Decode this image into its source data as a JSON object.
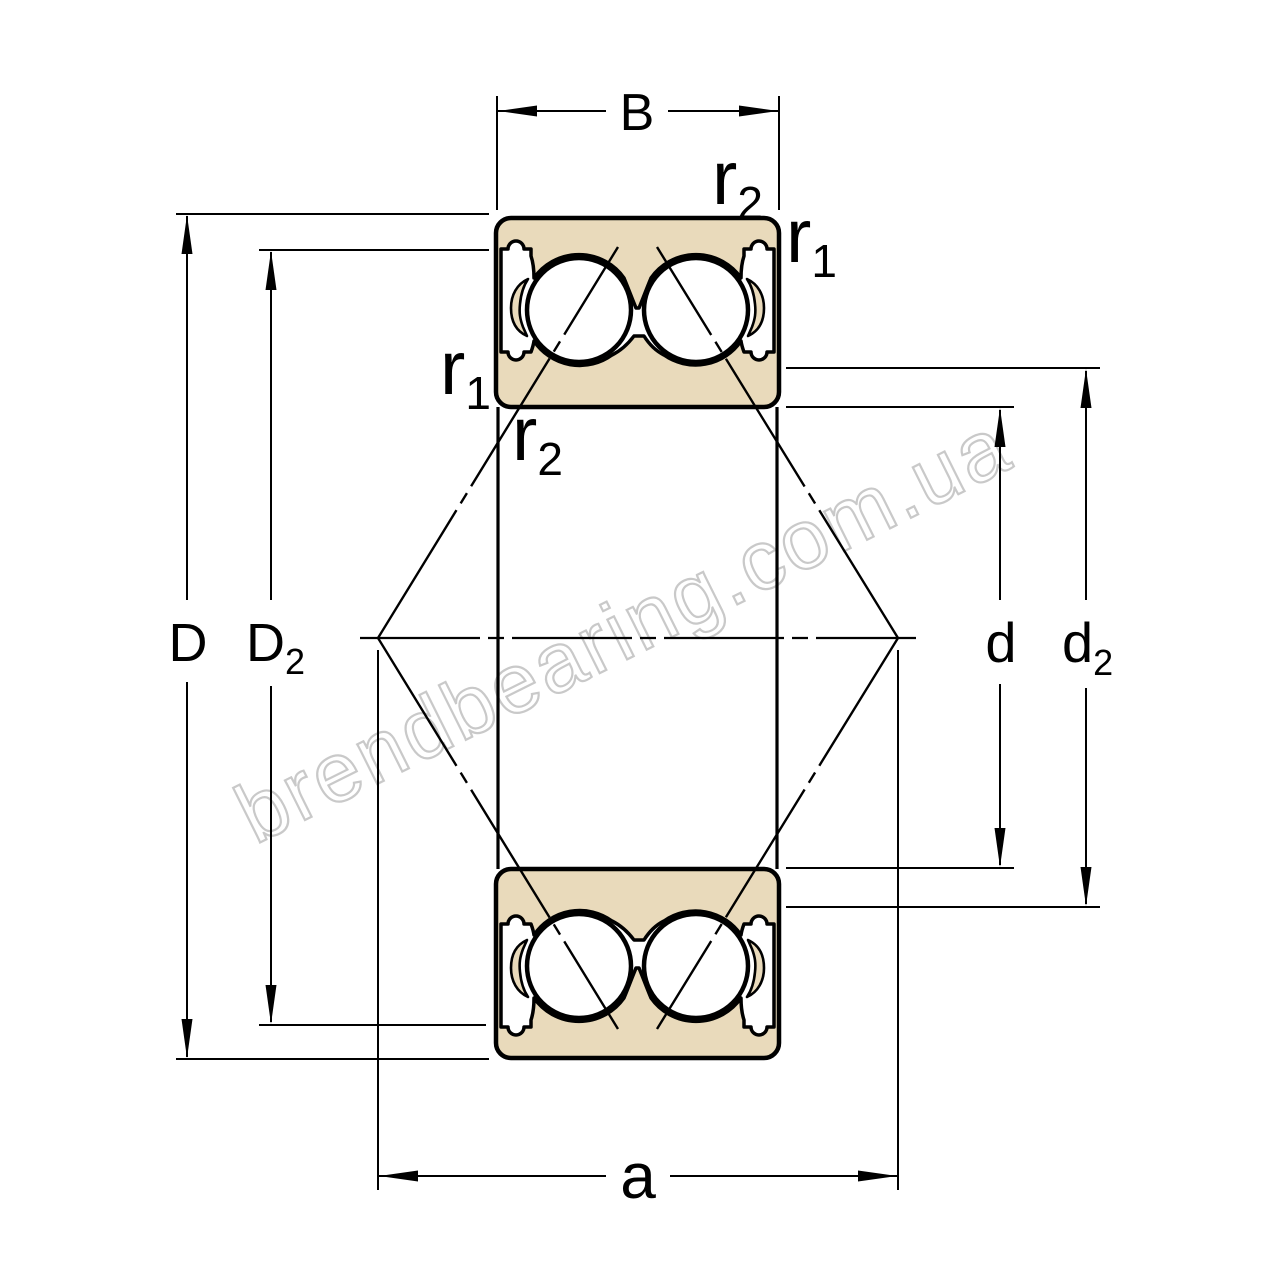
{
  "drawing": {
    "kind": "bearing-cross-section-diagram",
    "colors": {
      "background": "#ffffff",
      "line": "#000000",
      "ring_fill": "#e9dabb",
      "ball_fill": "#ffffff",
      "watermark": "#c9c9c9"
    },
    "watermark": {
      "text": "brendbearing.com.ua"
    },
    "labels": {
      "width": {
        "base": "B"
      },
      "outer_diameter": {
        "base": "D"
      },
      "outer_shoulder_diameter": {
        "base": "D",
        "sub": "2"
      },
      "bore_diameter": {
        "base": "d"
      },
      "inner_shoulder_diameter": {
        "base": "d",
        "sub": "2"
      },
      "pressure_center_span": {
        "base": "a"
      },
      "chamfer_r2_top": {
        "base": "r",
        "sub": "2"
      },
      "chamfer_r1_right": {
        "base": "r",
        "sub": "1"
      },
      "chamfer_r1_left": {
        "base": "r",
        "sub": "1"
      },
      "chamfer_r2_left": {
        "base": "r",
        "sub": "2"
      }
    }
  }
}
